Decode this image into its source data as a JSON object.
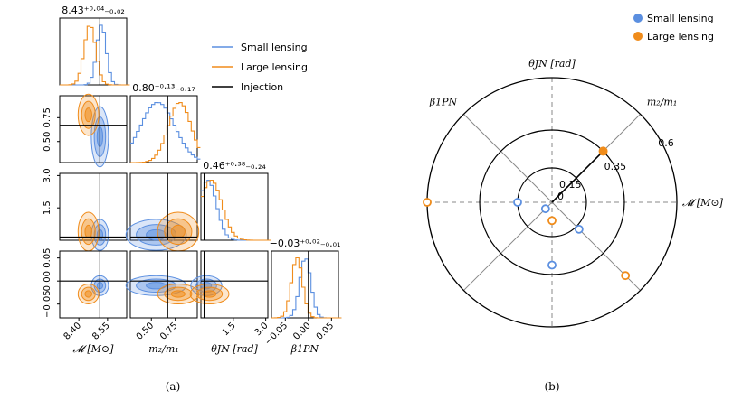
{
  "colors": {
    "small": "#5b8fe0",
    "large": "#f08c1b",
    "injection": "#000000",
    "guide": "#888888"
  },
  "chart_data": [
    {
      "type": "corner",
      "panel_label": "(a)",
      "parameters": [
        {
          "key": "mc",
          "axis_label": "𝓜 [M⊙]",
          "range": [
            8.3,
            8.65
          ],
          "ticks": [
            8.4,
            8.55
          ],
          "tick_labels": [
            "8.40",
            "8.55"
          ],
          "injection": 8.51,
          "summary": "8.43⁺⁰·⁰⁴₋₀.₀₂"
        },
        {
          "key": "q",
          "axis_label": "m₂/m₁",
          "range": [
            0.28,
            0.98
          ],
          "ticks": [
            0.5,
            0.75
          ],
          "tick_labels": [
            "0.50",
            "0.75"
          ],
          "injection": 0.67,
          "summary": "0.80⁺⁰·¹³₋₀.₁₇"
        },
        {
          "key": "theta",
          "axis_label": "θJN [rad]",
          "range": [
            0,
            3.1
          ],
          "ticks": [
            1.5,
            3.0
          ],
          "tick_labels": [
            "1.5",
            "3.0"
          ],
          "injection": 0.15,
          "summary": "0.46⁺⁰·³⁸₋₀.₂₄"
        },
        {
          "key": "beta",
          "axis_label": "β1PN",
          "range": [
            -0.08,
            0.065
          ],
          "ticks": [
            -0.05,
            0.0,
            0.05
          ],
          "tick_labels": [
            "−0.05",
            "0.00",
            "0.05"
          ],
          "injection": 0.0,
          "summary": "−0.03⁺⁰·⁰²₋₀.₀₁"
        }
      ],
      "y_ticks": {
        "q": [
          "0.50",
          "0.75"
        ],
        "theta": [
          "1.5",
          "3.0"
        ],
        "beta": [
          "−0.05",
          "0.00",
          "0.05"
        ]
      },
      "posteriors": {
        "small": {
          "mc": [
            8.51,
            0.025
          ],
          "q": [
            0.55,
            0.18
          ],
          "theta": [
            0.25,
            0.4
          ],
          "beta": [
            -0.01,
            0.012
          ]
        },
        "large": {
          "mc": [
            8.45,
            0.03
          ],
          "q": [
            0.78,
            0.12
          ],
          "theta": [
            0.4,
            0.5
          ],
          "beta": [
            -0.028,
            0.012
          ]
        }
      },
      "legend": [
        "Small lensing",
        "Large lensing",
        "Injection"
      ]
    },
    {
      "type": "polar",
      "panel_label": "(b)",
      "axes": {
        "vertical": "θJN [rad]",
        "horizontal": "𝓜 [M⊙]",
        "upper_right": "m₂/m₁",
        "upper_left": "β1PN"
      },
      "rings": [
        0.15,
        0.35,
        0.6
      ],
      "ring_labels": [
        "0",
        "0.15",
        "0.35",
        "0.6"
      ],
      "points": [
        {
          "series": "Small lensing",
          "axis_angle_deg": 180,
          "radius": 0.15,
          "filled": false
        },
        {
          "series": "Small lensing",
          "axis_angle_deg": 225,
          "radius": 0.04,
          "filled": false
        },
        {
          "series": "Small lensing",
          "axis_angle_deg": 270,
          "radius": 0.3,
          "filled": false
        },
        {
          "series": "Small lensing",
          "axis_angle_deg": 315,
          "radius": 0.17,
          "filled": false
        },
        {
          "series": "Large lensing",
          "axis_angle_deg": 45,
          "radius": 0.35,
          "filled": true
        },
        {
          "series": "Large lensing",
          "axis_angle_deg": 180,
          "radius": 0.6,
          "filled": false
        },
        {
          "series": "Large lensing",
          "axis_angle_deg": 270,
          "radius": 0.08,
          "filled": false
        },
        {
          "series": "Large lensing",
          "axis_angle_deg": 315,
          "radius": 0.5,
          "filled": false
        }
      ],
      "legend": [
        "Small lensing",
        "Large lensing"
      ]
    }
  ]
}
